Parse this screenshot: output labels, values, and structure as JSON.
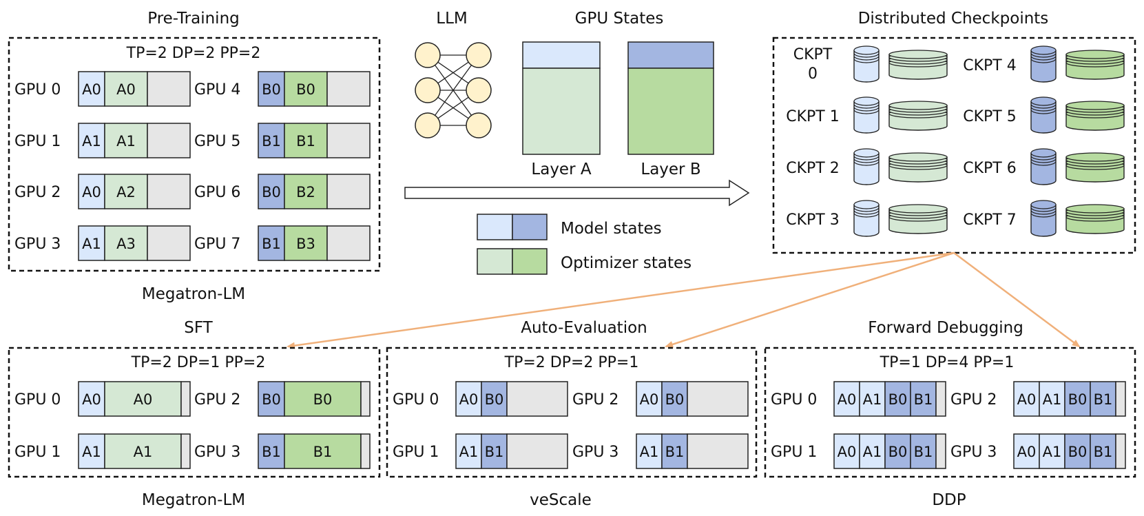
{
  "colors": {
    "model_a": "#dae8fc",
    "model_b": "#a3b6e1",
    "opt_a": "#d5e8d4",
    "opt_b": "#b7dba0",
    "empty": "#e6e6e6",
    "node": "#fff2cc",
    "arrow_orange": "#f0b07a"
  },
  "pretraining": {
    "title": "Pre-Training",
    "config": "TP=2 DP=2 PP=2",
    "framework": "Megatron-LM",
    "gpus": [
      {
        "label": "GPU 0",
        "model": "A0",
        "opt": "A0",
        "layer": "A"
      },
      {
        "label": "GPU 1",
        "model": "A1",
        "opt": "A1",
        "layer": "A"
      },
      {
        "label": "GPU 2",
        "model": "A0",
        "opt": "A2",
        "layer": "A"
      },
      {
        "label": "GPU 3",
        "model": "A1",
        "opt": "A3",
        "layer": "A"
      },
      {
        "label": "GPU 4",
        "model": "B0",
        "opt": "B0",
        "layer": "B"
      },
      {
        "label": "GPU 5",
        "model": "B1",
        "opt": "B1",
        "layer": "B"
      },
      {
        "label": "GPU 6",
        "model": "B0",
        "opt": "B2",
        "layer": "B"
      },
      {
        "label": "GPU 7",
        "model": "B1",
        "opt": "B3",
        "layer": "B"
      }
    ]
  },
  "llm": {
    "title": "LLM"
  },
  "gpu_states": {
    "title": "GPU States",
    "layer_a": "Layer A",
    "layer_b": "Layer B"
  },
  "legend": {
    "model_states": "Model states",
    "optimizer_states": "Optimizer states"
  },
  "checkpoints": {
    "title": "Distributed Checkpoints",
    "items": [
      {
        "label": "CKPT 0",
        "layer": "A"
      },
      {
        "label": "CKPT 1",
        "layer": "A"
      },
      {
        "label": "CKPT 2",
        "layer": "A"
      },
      {
        "label": "CKPT 3",
        "layer": "A"
      },
      {
        "label": "CKPT 4",
        "layer": "B"
      },
      {
        "label": "CKPT 5",
        "layer": "B"
      },
      {
        "label": "CKPT 6",
        "layer": "B"
      },
      {
        "label": "CKPT 7",
        "layer": "B"
      }
    ]
  },
  "sft": {
    "title": "SFT",
    "config": "TP=2 DP=1 PP=2",
    "framework": "Megatron-LM",
    "gpus": [
      {
        "label": "GPU 0",
        "model": "A0",
        "opt": "A0",
        "layer": "A"
      },
      {
        "label": "GPU 1",
        "model": "A1",
        "opt": "A1",
        "layer": "A"
      },
      {
        "label": "GPU 2",
        "model": "B0",
        "opt": "B0",
        "layer": "B"
      },
      {
        "label": "GPU 3",
        "model": "B1",
        "opt": "B1",
        "layer": "B"
      }
    ]
  },
  "autoeval": {
    "title": "Auto-Evaluation",
    "config": "TP=2 DP=2 PP=1",
    "framework": "veScale",
    "gpus": [
      {
        "label": "GPU 0",
        "a": "A0",
        "b": "B0"
      },
      {
        "label": "GPU 1",
        "a": "A1",
        "b": "B1"
      },
      {
        "label": "GPU 2",
        "a": "A0",
        "b": "B0"
      },
      {
        "label": "GPU 3",
        "a": "A1",
        "b": "B1"
      }
    ]
  },
  "debug": {
    "title": "Forward Debugging",
    "config": "TP=1 DP=4 PP=1",
    "framework": "DDP",
    "cells": [
      "A0",
      "A1",
      "B0",
      "B1"
    ],
    "gpus": [
      "GPU 0",
      "GPU 1",
      "GPU 2",
      "GPU 3"
    ]
  }
}
